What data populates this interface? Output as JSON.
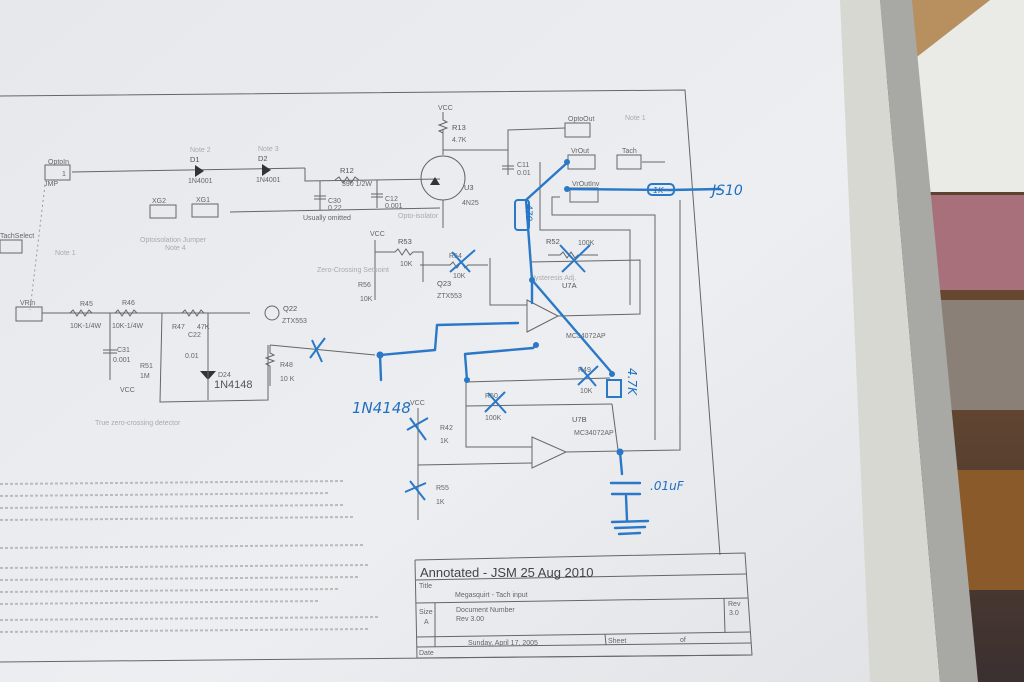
{
  "title_block": {
    "annotation": "Annotated - JSM 25 Aug 2010",
    "title_label": "Title",
    "title": "Megasquirt - Tach input",
    "size_label": "Size",
    "size": "A",
    "doc_label": "Document Number",
    "doc": "Rev 3.00",
    "rev_label": "Rev",
    "rev": "3.0",
    "date_label": "Date",
    "date": "Sunday, April 17, 2005",
    "sheet_label": "Sheet",
    "of_label": "of"
  },
  "connectors": {
    "opto_in": "OptoIn",
    "tach_select": "TachSelect",
    "vr_in": "VRin",
    "xg2": "XG2",
    "xg1": "XG1",
    "opto_out": "OptoOut",
    "vr_out": "VrOut",
    "vr_out_inv": "VrOutInv",
    "tach": "Tach",
    "pin": "1",
    "jmp": "JMP"
  },
  "components": {
    "d1": "D1",
    "d1_val": "1N4001",
    "d2": "D2",
    "d2_val": "1N4001",
    "r12": "R12",
    "r12_val": "390 1/2W",
    "c30": "C30",
    "c30_val": "0.22",
    "c12": "C12",
    "c12_val": "0.001",
    "r13": "R13",
    "r13_val": "4.7K",
    "u3": "U3",
    "u3_val": "4N25",
    "c11": "C11",
    "c11_val": "0.01",
    "r53": "R53",
    "r53_val": "10K",
    "r54": "R54",
    "r54_val": "10K",
    "r56": "R56",
    "r56_val": "10K",
    "q23": "Q23",
    "q23_val": "ZTX553",
    "r52": "R52",
    "r52_val": "100K",
    "u7a": "U7A",
    "u7a_val": "MC34072AP",
    "r45": "R45",
    "r45_val": "10K-1/4W",
    "r46": "R46",
    "r46_val": "10K-1/4W",
    "r47": "R47",
    "r47_val": "47K",
    "c31": "C31",
    "c31_val": "0.001",
    "c22": "C22",
    "c22_val": "0.01",
    "r51": "R51",
    "r51_val": "1M",
    "d24": "D24",
    "d24_val": "1N4148",
    "q22": "Q22",
    "q22_val": "ZTX553",
    "r48": "R48",
    "r48_val": "10 K",
    "r49": "R49",
    "r49_val": "10K",
    "r50": "R50",
    "r50_val": "100K",
    "u7b": "U7B",
    "u7b_val": "MC34072AP",
    "r42": "R42",
    "r42_val": "1K",
    "r55": "R55",
    "r55_val": "1K",
    "vcc": "VCC"
  },
  "notes": {
    "usually_omitted": "Usually omitted",
    "opto_isolator": "Opto-isolator",
    "opto_jumper": "Optoisolation Jumper",
    "note4": "Note 4",
    "note1": "Note 1",
    "note2": "Note 2",
    "note3": "Note 3",
    "zero_cross": "Zero-Crossing Setpoint",
    "hysteresis": "Hysteresis Adj.",
    "detector": "True zero-crossing detector"
  },
  "handwritten": {
    "r_1k": "1K",
    "js10": "JS10",
    "r_470": "470",
    "r_47k": "4.7K",
    "diode": "1N4148",
    "cap": ".01uF"
  },
  "colors": {
    "ink": "#2a78c8",
    "paper": "#e9ebef"
  }
}
